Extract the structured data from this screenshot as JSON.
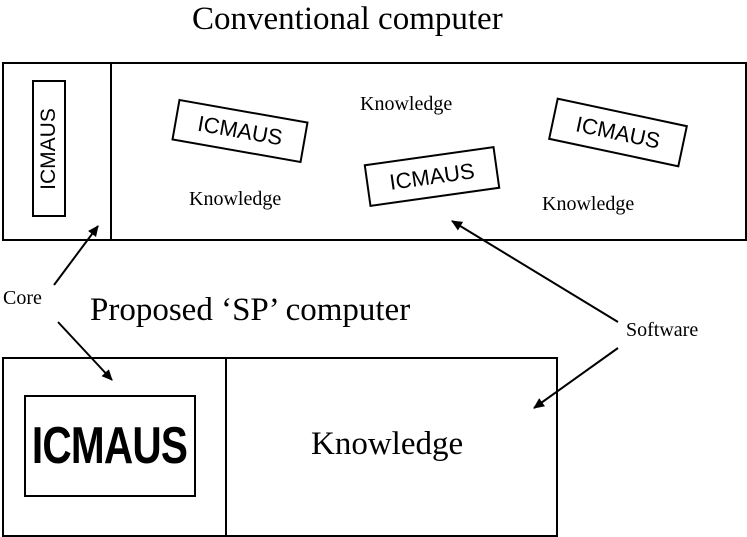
{
  "conventional": {
    "title": "Conventional computer",
    "core_label": "ICMAUS",
    "icmaus_1": "ICMAUS",
    "icmaus_2": "ICMAUS",
    "icmaus_3": "ICMAUS",
    "knowledge_1": "Knowledge",
    "knowledge_2": "Knowledge",
    "knowledge_3": "Knowledge"
  },
  "labels": {
    "core": "Core",
    "software": "Software"
  },
  "proposed": {
    "title": "Proposed ‘SP’ computer",
    "core_label": "ICMAUS",
    "knowledge": "Knowledge"
  }
}
